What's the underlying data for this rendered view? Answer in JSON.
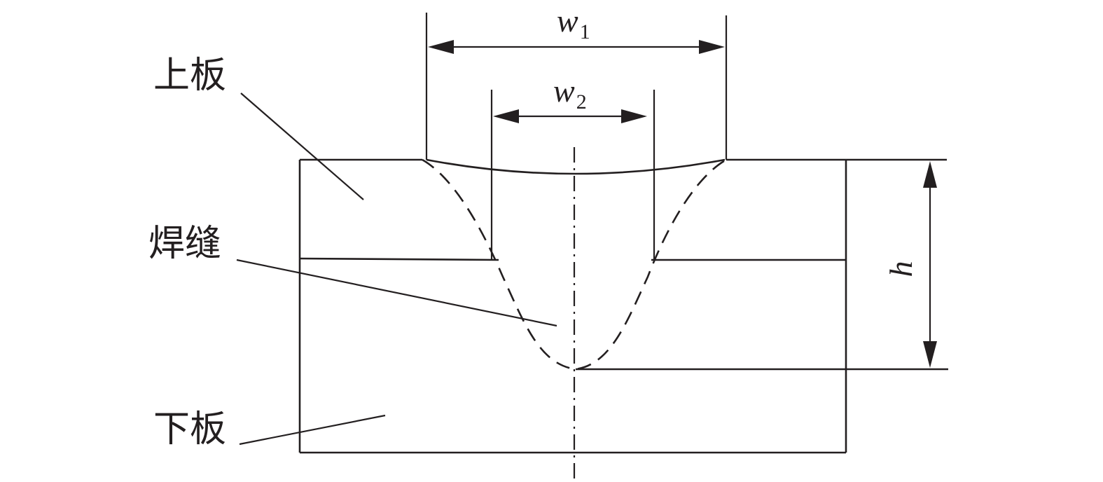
{
  "labels": {
    "upper_plate": "上板",
    "weld_seam": "焊缝",
    "lower_plate": "下板"
  },
  "dimensions": {
    "w1": {
      "symbol": "w",
      "subscript": "1"
    },
    "w2": {
      "symbol": "w",
      "subscript": "2"
    },
    "h": {
      "symbol": "h"
    }
  },
  "colors": {
    "line": "#231f20",
    "background": "#ffffff"
  }
}
